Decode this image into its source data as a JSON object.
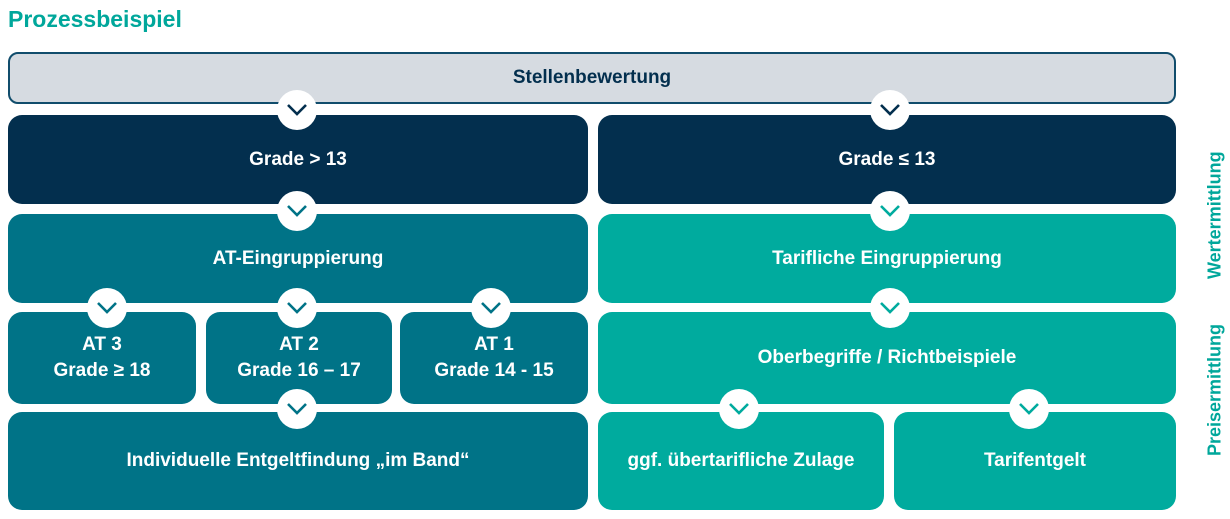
{
  "title": "Prozessbeispiel",
  "colors": {
    "accent": "#00a79b",
    "navy": "#032f4e",
    "petrol": "#007387",
    "green": "#00ab9e",
    "gray": "#d6dbe1",
    "grayBorder": "#114d6c"
  },
  "icons": {
    "connector": "chevron-down"
  },
  "boxes": {
    "stellenbewertung": "Stellenbewertung",
    "grade_gt_13": "Grade > 13",
    "grade_le_13": "Grade ≤ 13",
    "at_eingruppierung": "AT-Eingruppierung",
    "tarifliche_eingruppierung": "Tarifliche Eingruppierung",
    "at3_line1": "AT 3",
    "at3_line2": "Grade ≥ 18",
    "at2_line1": "AT 2",
    "at2_line2": "Grade 16 – 17",
    "at1_line1": "AT 1",
    "at1_line2": "Grade 14 - 15",
    "oberbegriffe": "Oberbegriffe / Richtbeispiele",
    "individuelle_entgeltfindung": "Individuelle Entgeltfindung „im Band“",
    "uebertarifliche_zulage": "ggf. übertarifliche Zulage",
    "tarifentgelt": "Tarifentgelt"
  },
  "side_labels": {
    "wertermittlung": "Wertermittlung",
    "preisermittlung": "Preisermittlung"
  }
}
